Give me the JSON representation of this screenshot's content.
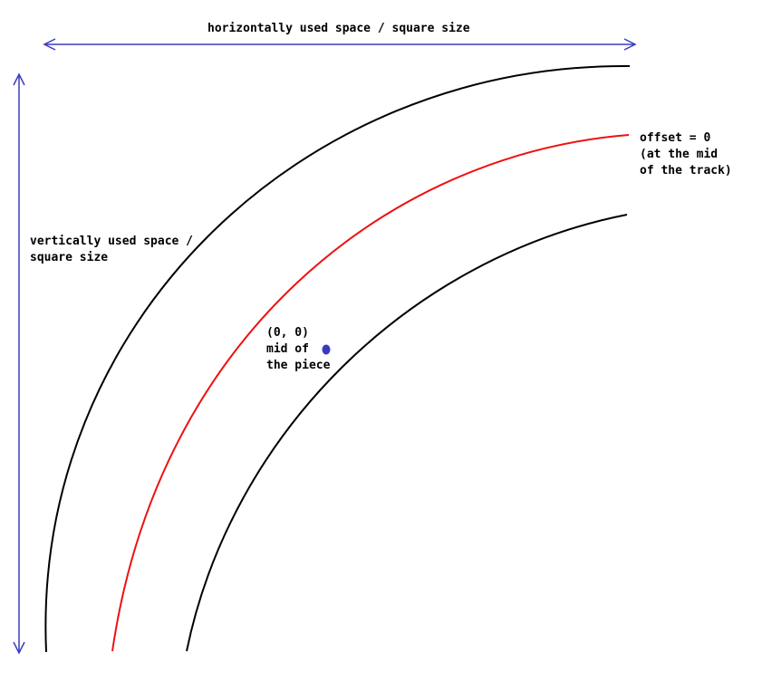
{
  "colors": {
    "dimension_arrow": "#3a3ac0",
    "track_edge": "#000000",
    "track_center": "#ee1111",
    "origin_marker": "#3a3ac0",
    "text": "#000000",
    "background": "#ffffff"
  },
  "labels": {
    "horizontal_dimension": "horizontally used space / square size",
    "vertical_dimension": [
      "vertically used space /",
      "square size"
    ],
    "offset_note": [
      "offset = 0",
      "(at the mid",
      "of the track)"
    ],
    "origin_note": [
      "(0, 0)",
      "mid of",
      "the piece"
    ]
  },
  "elements": {
    "outer_edge": "track-outer-edge",
    "center_line": "track-center-line",
    "inner_edge": "track-inner-edge",
    "origin": "origin-point"
  }
}
